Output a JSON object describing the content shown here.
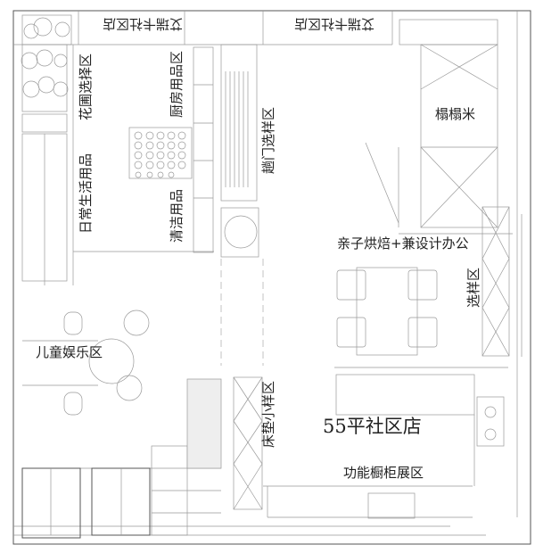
{
  "plan": {
    "top_sign_left": "艾瑞卡社区店",
    "top_sign_right": "艾瑞卡社区店",
    "zones": {
      "garden": "花圃选择区",
      "kitchen_goods": "厨房用品区",
      "daily_goods": "日常生活用品",
      "cleaning_goods": "清洁用品",
      "sliding_door": "趟门选样区",
      "tatami": "榻榻米",
      "baking_office": "亲子烘焙+兼设计办公",
      "sample_area": "选样区",
      "kids_play": "儿童娱乐区",
      "mattress": "床垫小样区",
      "store_title": "55平社区店",
      "cabinet_display": "功能橱柜展区"
    }
  }
}
